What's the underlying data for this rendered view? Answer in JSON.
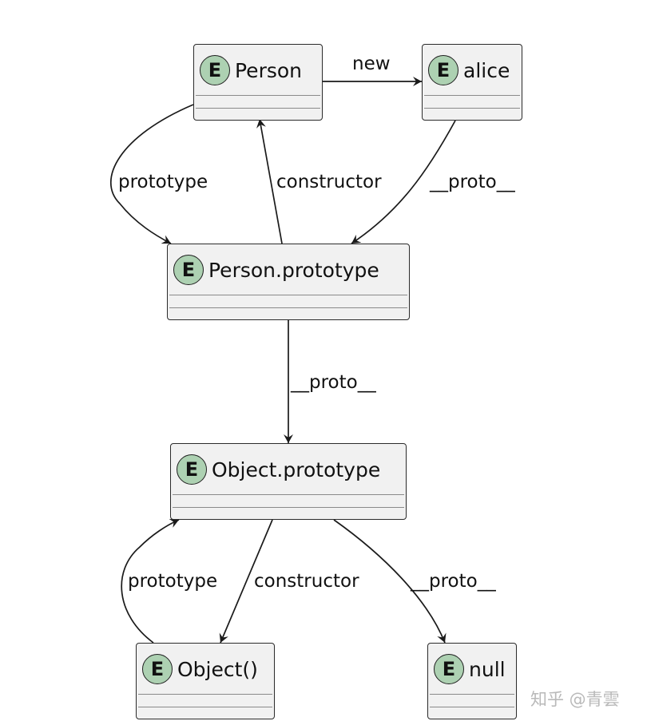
{
  "diagram": {
    "entity_badge": "E",
    "nodes": {
      "person": "Person",
      "alice": "alice",
      "person_prototype": "Person.prototype",
      "object_prototype": "Object.prototype",
      "object_ctor": "Object()",
      "null": "null"
    },
    "edges": {
      "person_to_alice": "new",
      "person_to_person_prototype": "prototype",
      "person_prototype_to_person": "constructor",
      "alice_to_person_prototype": "__proto__",
      "person_prototype_to_object_prototype": "__proto__",
      "object_ctor_to_object_prototype": "prototype",
      "object_prototype_to_object_ctor": "constructor",
      "object_prototype_to_null": "__proto__"
    }
  },
  "watermark": "知乎 @青雲"
}
